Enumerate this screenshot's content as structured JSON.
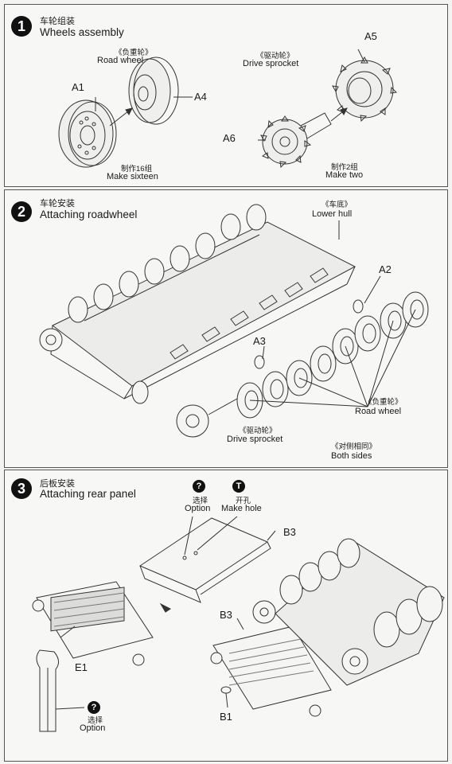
{
  "steps": [
    {
      "number": "1",
      "title_cn": "车轮组装",
      "title_en": "Wheels assembly",
      "labels": {
        "road_wheel_cn": "《负重轮》",
        "road_wheel_en": "Road wheel",
        "drive_sprocket_cn": "《驱动轮》",
        "drive_sprocket_en": "Drive sprocket",
        "a1": "A1",
        "a4": "A4",
        "a5": "A5",
        "a6": "A6",
        "make_sixteen_cn": "制作16组",
        "make_sixteen_en": "Make sixteen",
        "make_two_cn": "制作2组",
        "make_two_en": "Make two"
      }
    },
    {
      "number": "2",
      "title_cn": "车轮安装",
      "title_en": "Attaching roadwheel",
      "labels": {
        "lower_hull_cn": "《车底》",
        "lower_hull_en": "Lower hull",
        "a2": "A2",
        "a3": "A3",
        "road_wheel_cn": "《负重轮》",
        "road_wheel_en": "Road wheel",
        "drive_sprocket_cn": "《驱动轮》",
        "drive_sprocket_en": "Drive sprocket",
        "both_sides_cn": "《对侧相同》",
        "both_sides_en": "Both sides"
      }
    },
    {
      "number": "3",
      "title_cn": "后板安装",
      "title_en": "Attaching rear panel",
      "labels": {
        "option_cn": "选择",
        "option_en": "Option",
        "make_hole_cn": "开孔",
        "make_hole_en": "Make hole",
        "b3_top": "B3",
        "b3_left": "B3",
        "b1": "B1",
        "e1": "E1",
        "option2_cn": "选择",
        "option2_en": "Option"
      },
      "icons": {
        "option_icon": "?",
        "make_hole_icon": "T",
        "option2_icon": "?"
      }
    }
  ]
}
